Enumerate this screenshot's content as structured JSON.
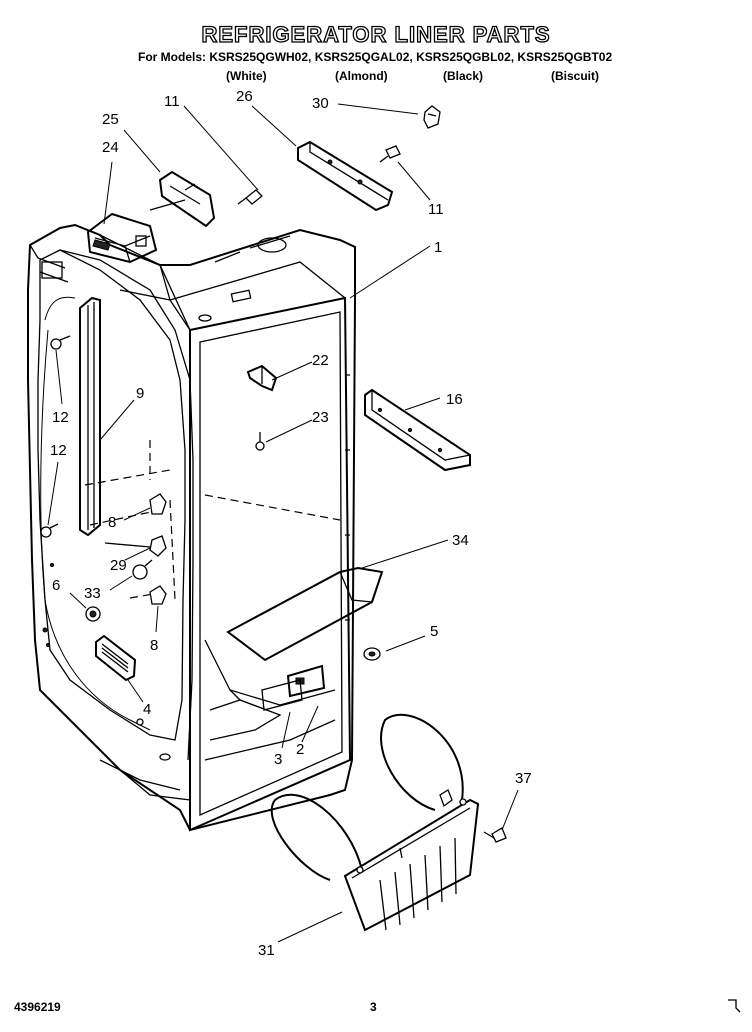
{
  "header": {
    "title": "REFRIGERATOR LINER PARTS",
    "models": "For Models: KSRS25QGWH02, KSRS25QGAL02, KSRS25QGBL02, KSRS25QGBT02",
    "colors": [
      "(White)",
      "(Almond)",
      "(Black)",
      "(Biscuit)"
    ]
  },
  "footer": {
    "doc_number": "4396219",
    "page": "3"
  },
  "callouts": {
    "c1": "1",
    "c2": "2",
    "c3": "3",
    "c4": "4",
    "c5": "5",
    "c6": "6",
    "c8a": "8",
    "c8b": "8",
    "c9": "9",
    "c11a": "11",
    "c11b": "11",
    "c12a": "12",
    "c12b": "12",
    "c16": "16",
    "c22": "22",
    "c23": "23",
    "c24": "24",
    "c25": "25",
    "c26": "26",
    "c29": "29",
    "c30": "30",
    "c31": "31",
    "c33": "33",
    "c34": "34",
    "c37": "37"
  }
}
